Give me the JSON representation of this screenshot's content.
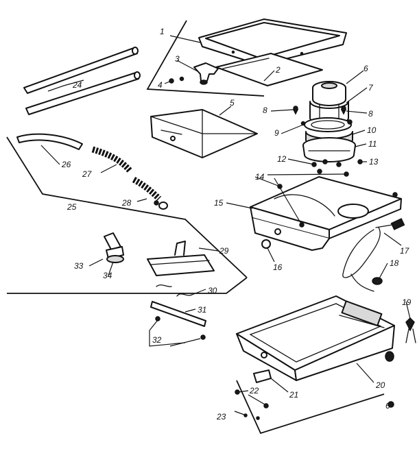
{
  "callouts": {
    "c1": "1",
    "c2": "2",
    "c3": "3",
    "c4": "4",
    "c5": "5",
    "c6": "6",
    "c7": "7",
    "c8a": "8",
    "c8b": "8",
    "c9": "9",
    "c10": "10",
    "c11": "11",
    "c12": "12",
    "c13": "13",
    "c14": "14",
    "c15": "15",
    "c16": "16",
    "c17": "17",
    "c18": "18",
    "c19": "19",
    "c20": "20",
    "c21": "21",
    "c22": "22",
    "c23": "23",
    "c24": "24",
    "c25": "25",
    "c26": "26",
    "c27": "27",
    "c28": "28",
    "c29": "29",
    "c30": "30",
    "c31": "31",
    "c32": "32",
    "c33": "33",
    "c34": "34",
    "c6b": "6"
  }
}
